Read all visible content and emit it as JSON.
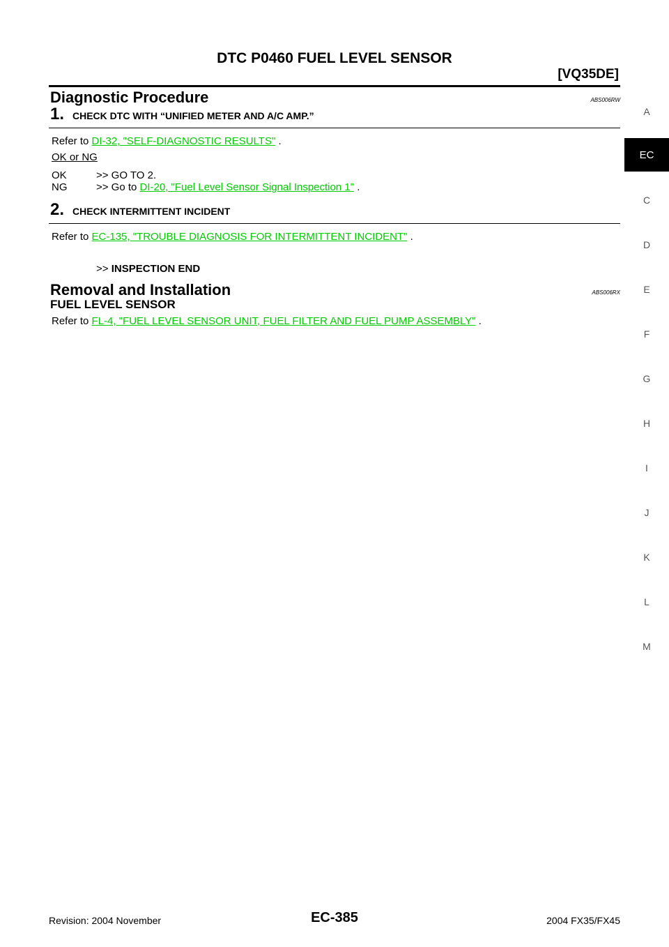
{
  "header": {
    "title": "DTC P0460 FUEL LEVEL SENSOR",
    "engine": "[VQ35DE]"
  },
  "side_tabs": {
    "active": "EC",
    "letters": [
      "A",
      "C",
      "D",
      "E",
      "F",
      "G",
      "H",
      "I",
      "J",
      "K",
      "L",
      "M"
    ]
  },
  "diagnostic": {
    "title": "Diagnostic Procedure",
    "code": "ABS006RW",
    "step1": {
      "num": "1.",
      "title": "CHECK DTC WITH “UNIFIED METER AND A/C AMP.”",
      "refer_prefix": "Refer to ",
      "refer_link": "DI-32, \"SELF-DIAGNOSTIC RESULTS\"",
      "refer_suffix": " .",
      "ok_or_ng": "OK or NG",
      "ok_label": "OK",
      "ok_text": ">> GO TO 2.",
      "ng_label": "NG",
      "ng_prefix": ">> Go to ",
      "ng_link": "DI-20, \"Fuel Level Sensor Signal Inspection 1\"",
      "ng_suffix": " ."
    },
    "step2": {
      "num": "2.",
      "title": "CHECK INTERMITTENT INCIDENT",
      "refer_prefix": "Refer to ",
      "refer_link": "EC-135, \"TROUBLE DIAGNOSIS FOR INTERMITTENT INCIDENT\"",
      "refer_suffix": " .",
      "end_prefix": ">> ",
      "end_text": "INSPECTION END"
    }
  },
  "removal": {
    "title": "Removal and Installation",
    "code": "ABS006RX",
    "subheading": "FUEL LEVEL SENSOR",
    "refer_prefix": "Refer to ",
    "refer_link": "FL-4, \"FUEL LEVEL SENSOR UNIT, FUEL FILTER AND FUEL PUMP ASSEMBLY\"",
    "refer_suffix": " ."
  },
  "footer": {
    "revision": "Revision: 2004 November",
    "page": "EC-385",
    "model": "2004 FX35/FX45"
  }
}
